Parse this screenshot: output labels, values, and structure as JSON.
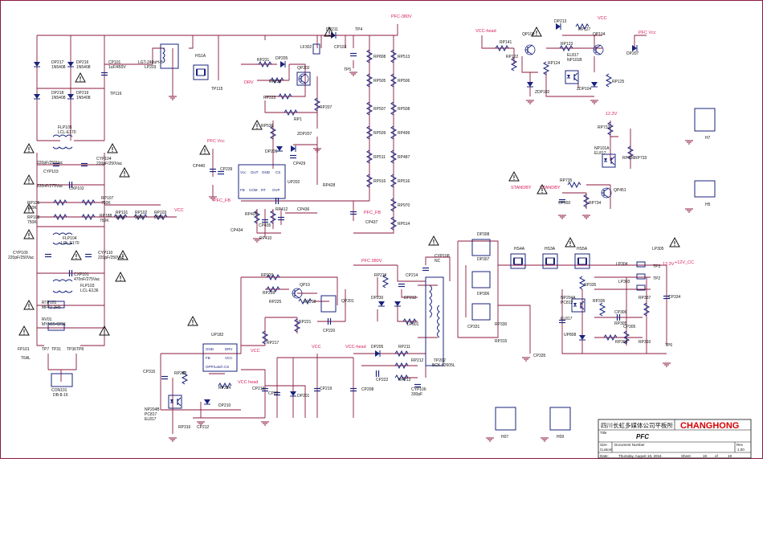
{
  "colors": {
    "wire": "#8b1a3e",
    "component": "#1a237e",
    "net": "#d81b60",
    "text": "#111111",
    "warning": "#111111",
    "logo": "#d50000"
  },
  "power_rails": {
    "pfc_380v_top": "PFC-380V",
    "pfc_380v_mid": "PFC 380V",
    "vcc_head_top": "VCC-head",
    "vcc_top": "VCC",
    "pfc_vcc_top": "PFC Vcc",
    "v12_right": "12.3V",
    "v12_out": "+12V_CC",
    "v12_label": "12.3V",
    "pfc_vcc_left": "PFC Vcc",
    "vcc_mid": "VCC",
    "pfc_fb_left": "PFC_FB",
    "pfc_fb_right": "PFC_FB",
    "drv": "DRV",
    "vcc_head_mid": "VCC head",
    "vcc_lower": "VCC",
    "vcc_head_lower": "VCC-head",
    "standby_a": "STANDBY",
    "standby_b": "STANDBY",
    "vcc_ic": "VCC"
  },
  "labels": {
    "dp217": "DP217",
    "dp217v": "1N5408",
    "dp216": "DP216",
    "dp216v": "1N5408",
    "dp218": "DP218",
    "dp218v": "1N5408",
    "dp219": "DP219",
    "dp219v": "1N5408",
    "cp101": "CP101",
    "cp101v": "1uF/450V",
    "tp116": "TP116",
    "lp203": "LGT-240uH-B",
    "lp203b": "LP203",
    "hs1a": "HS1A",
    "tp115": "TP115",
    "rp231": "RP231",
    "dp205": "DP205",
    "lf302": "LF302",
    "rp230": "RP230",
    "qp202": "QP202",
    "rp223": "RP223",
    "rp207": "RP207",
    "rp1": "RP1",
    "rp538": "RP538",
    "zdp207": "ZDP207",
    "dp211": "DP211",
    "tp4": "TP4",
    "cp103": "CP103",
    "tp5": "TP5",
    "rp808": "RP808",
    "rp513": "RP513",
    "rp505": "RP505",
    "rp506": "RP506",
    "rp507": "RP507",
    "rp508": "RP508",
    "rp509": "RP509",
    "rp499": "RP499",
    "rp511": "RP511",
    "rp487": "RP487",
    "rp916": "RP916",
    "rp516": "RP516",
    "rp970": "RP970",
    "rp514": "RP514",
    "cp437": "CP437",
    "rp428": "RP428",
    "flp105": "FLP105",
    "lcl105": "LCL-E170",
    "cyp103": "CYP103",
    "cyp103v": "220pF/250Vac",
    "cyp104": "CYP104",
    "cyp104v": "220pF/250Vac",
    "cxp102": "CXP102",
    "cxp102v": "220nF/275Vac",
    "rp107": "RP107",
    "rp107v": "750K",
    "rp106": "RP106",
    "rp106v": "750K",
    "rp108": "RP108",
    "rp108v": "750K",
    "rp188": "RP188",
    "rp188v": "750K",
    "rp101": "RP101",
    "rp101v": "300K",
    "rp102": "RP102",
    "rp102v": "300K",
    "rp103": "RP103",
    "rp103v": "220K",
    "cp440": "CP440",
    "cp239": "CP239",
    "dp206": "DP206",
    "cp429": "CP429",
    "up202": "UP202",
    "pin_fb": "FB",
    "pin_comp": "COM",
    "pin_rt": "RT",
    "pin_ovp": "OVP",
    "pin_vcc": "Vcc",
    "pin_out": "OUT",
    "pin_gnd": "GND",
    "pin_cs": "CS",
    "rp405": "RP405",
    "cp434": "CP434",
    "cp436": "CP436",
    "rp410": "RP410",
    "cp435": "CP435",
    "rp412": "RP412",
    "flp104": "FLP104",
    "lcl104": "LCL-E170",
    "cyp109": "CYP109",
    "cyp109v": "220pF/250Vac",
    "cyp110": "CYP110",
    "cyp110v": "220pF/250Vac",
    "cxp101": "CXP101",
    "cxp101v": "470nF/275Vac",
    "flp103": "FLP103",
    "lcl103": "LCL-E136",
    "rtp101": "RTP101",
    "rtp101v": "MF72-2R5",
    "rv01": "RV01",
    "rv01v": "MYN15-621K",
    "fp101": "FP101",
    "fp101v": "T6AL",
    "tp7": "TP7",
    "tp31": "TP31",
    "tp36": "TP36",
    "tp8": "TP8",
    "con101": "CON101",
    "con101v": "DB-8-16",
    "rp141": "RP141",
    "qp109": "QP109",
    "dp213": "DP213",
    "rp127": "RP127",
    "rp123": "RP123",
    "qp104": "QP104",
    "dp207": "DP207",
    "rp122": "RP122",
    "el817": "EL817",
    "np101b": "NP101B",
    "rp124": "RP124",
    "zdp102": "ZDP102",
    "zdp104": "ZDP104",
    "rp125": "RP125",
    "rp732": "RP732",
    "np101a": "NP101A",
    "el817b": "EL817",
    "rp735": "RP735",
    "rp736": "RP736",
    "rp733": "RP733",
    "rp734": "RP734",
    "cp550": "CP550",
    "qp451": "QP451",
    "h7": "H7",
    "h5": "H5",
    "dp308": "DP308",
    "dp307": "DP307",
    "dp306": "DP306",
    "hs4a": "HS4A",
    "hs3a": "HS3A",
    "hs5a": "HS5A",
    "lp305": "LP305",
    "lp304": "LP304",
    "lp303": "LP303",
    "tp3": "TP3",
    "tp2": "TP2",
    "cyp108": "CYP108",
    "cyp108v": "NC",
    "rp219": "RP219",
    "cp214": "CP214",
    "rp220": "RP220",
    "rp239": "RP239",
    "qp19": "QP19",
    "rp225": "RP225",
    "rp218": "RP218",
    "qp201": "QP201",
    "dp230": "DP230",
    "dp212": "DP212",
    "rp221": "RP221",
    "cp220": "CP220",
    "lp301": "LP301",
    "tp202": "TP202",
    "tp202v": "BCK-92605L",
    "cp331": "CP331",
    "rp330": "RP330",
    "rp315": "RP315",
    "rp335": "RP335",
    "np204a": "NP204A",
    "pc812": "PC812",
    "el817c": "EL817",
    "rp336": "RP336",
    "cp306": "CP306",
    "rp337": "RP337",
    "cp334": "CP334",
    "rp305": "RP305",
    "cp305b": "CP305",
    "up808": "UP808",
    "rp306": "RP306",
    "rp310": "RP310",
    "tp6": "TP6",
    "cp335": "CP335",
    "up182": "UP182",
    "u_gnd": "GND",
    "u_drv": "DRV",
    "u_fb": "FB",
    "u_vcc": "VCC",
    "u_opp": "OPP/Latch CS",
    "rp217": "RP217",
    "cp315": "CP315",
    "rp208": "RP208",
    "rp224": "RP224",
    "dp210": "DP210",
    "cp213": "CP213",
    "cp22": "CP22",
    "dp201": "DP201",
    "cp219": "CP219",
    "np204b": "NP204B",
    "pc817": "PC817",
    "el817d": "EL817",
    "rp316": "RP316",
    "cp212": "CP212",
    "dp205b": "DP205",
    "rp211": "RP211",
    "rp212": "RP212",
    "cp222": "CP222",
    "rp213": "RP213",
    "cp208": "CP208",
    "cyp106": "CYP106",
    "cyp106v": "330pF",
    "h07": "H07",
    "h09": "H09"
  },
  "title_block": {
    "company": "四川长虹多媒体公司平板所",
    "brand": "CHANGHONG",
    "title_label": "Title",
    "title": "PFC",
    "size_label": "Size",
    "size_value": "Custom",
    "docnum_label": "Document Number",
    "rev_label": "Rev",
    "rev_value": "1.00",
    "date_label": "Date:",
    "date_value": "Thursday, August 18, 2016",
    "sheet_label": "Sheet",
    "sheet_value": "19",
    "of_label": "of",
    "of_value": "19"
  }
}
